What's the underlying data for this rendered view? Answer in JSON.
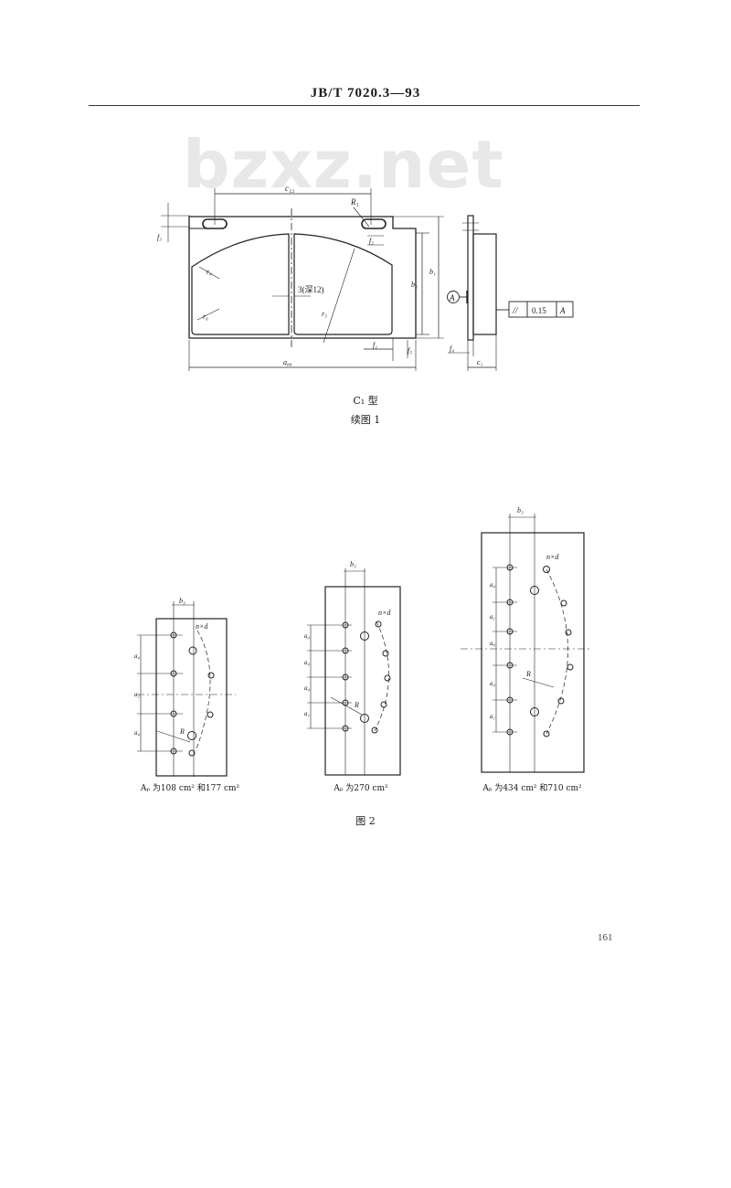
{
  "header": {
    "standard_number": "JB/T 7020.3—93"
  },
  "watermark": "bzxz.net",
  "figure1": {
    "type_caption": "C₁ 型",
    "figure_caption": "续图 1",
    "labels": {
      "c12": "c₁₂",
      "r1": "R₁",
      "f2": "f₂",
      "f3": "f₃",
      "r4": "r₄",
      "r6": "r₆",
      "r5": "r₅",
      "groove": "3(深12)",
      "b2": "b₂",
      "b1": "b₁",
      "f1": "f₁",
      "f5": "f₅",
      "a88": "a₈₈",
      "f4": "f₄",
      "c1": "c₁",
      "datum": "A",
      "tol_symbol": "//",
      "tol_value": "0.15",
      "tol_datum": "A"
    }
  },
  "figure2": {
    "figure_caption": "图 2",
    "panels": [
      {
        "caption": "Aₚ 为108 cm² 和177 cm²",
        "labels": {
          "b": "b₃",
          "holes": "n×d",
          "r": "R",
          "a_top": "a₄",
          "a_mid": "a₂",
          "a_bot": "a₄"
        }
      },
      {
        "caption": "Aₚ 为270 cm²",
        "labels": {
          "b": "b₃",
          "holes": "n×d",
          "r": "R",
          "a1": "a₄",
          "a2": "a₄",
          "a3": "a₄",
          "a4": "a₁"
        }
      },
      {
        "caption": "Aₚ 为434 cm² 和710 cm²",
        "labels": {
          "b": "b₃",
          "holes": "n×d",
          "r": "R",
          "a1": "a₄",
          "a2": "a₁",
          "a3": "a₀",
          "a4": "a₄",
          "a5": "a₁"
        }
      }
    ]
  },
  "page_number": "161"
}
